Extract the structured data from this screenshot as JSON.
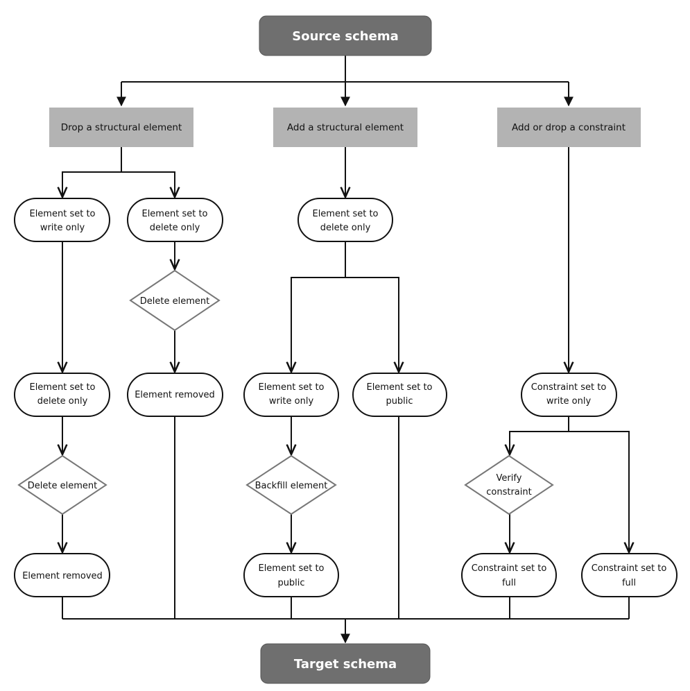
{
  "terminals": {
    "source": "Source schema",
    "target": "Target schema"
  },
  "categories": {
    "drop": "Drop a structural element",
    "add": "Add a structural element",
    "constraint": "Add  or drop a constraint"
  },
  "nodes": {
    "drop_write_only": [
      "Element set to",
      "write only"
    ],
    "drop_delete_only_a": [
      "Element set to",
      "delete only"
    ],
    "drop_delete_element_a": [
      "Delete element"
    ],
    "drop_removed_a": [
      "Element removed"
    ],
    "drop_delete_only_b": [
      "Element set to",
      "delete only"
    ],
    "drop_delete_element_b": [
      "Delete element"
    ],
    "drop_removed_b": [
      "Element removed"
    ],
    "add_delete_only": [
      "Element set to",
      "delete only"
    ],
    "add_write_only": [
      "Element set to",
      "write only"
    ],
    "add_public_a": [
      "Element set to",
      "public"
    ],
    "add_backfill": [
      "Backfill element"
    ],
    "add_public_b": [
      "Element set to",
      "public"
    ],
    "con_write_only": [
      "Constraint set to",
      "write only"
    ],
    "con_verify": [
      "Verify",
      "constraint"
    ],
    "con_full_a": [
      "Constraint set to",
      "full"
    ],
    "con_full_b": [
      "Constraint set to",
      "full"
    ]
  }
}
